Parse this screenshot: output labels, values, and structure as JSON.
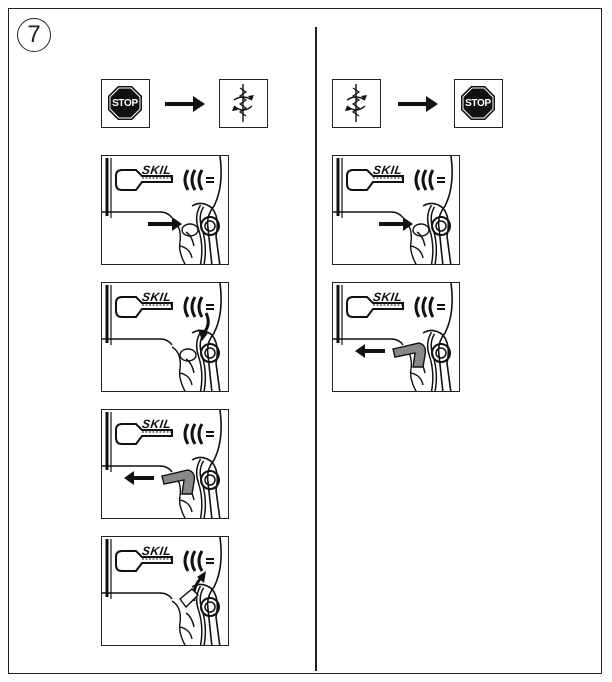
{
  "step_number": "7",
  "left_sequence": {
    "from": "stop",
    "to": "rotation",
    "stop_label": "STOP"
  },
  "right_sequence": {
    "from": "rotation",
    "to": "stop",
    "stop_label": "STOP"
  },
  "panel_brand": "SKIL",
  "left_panels": [
    {
      "action": "press-button-right"
    },
    {
      "action": "rotate-lever-down"
    },
    {
      "action": "slide-lever-left"
    },
    {
      "action": "rotate-lever-up"
    }
  ],
  "right_panels": [
    {
      "action": "press-button-right"
    },
    {
      "action": "slide-lever-left"
    }
  ],
  "icons": [
    "stop-sign-icon",
    "arrow-right-icon",
    "drill-rotation-icon"
  ]
}
